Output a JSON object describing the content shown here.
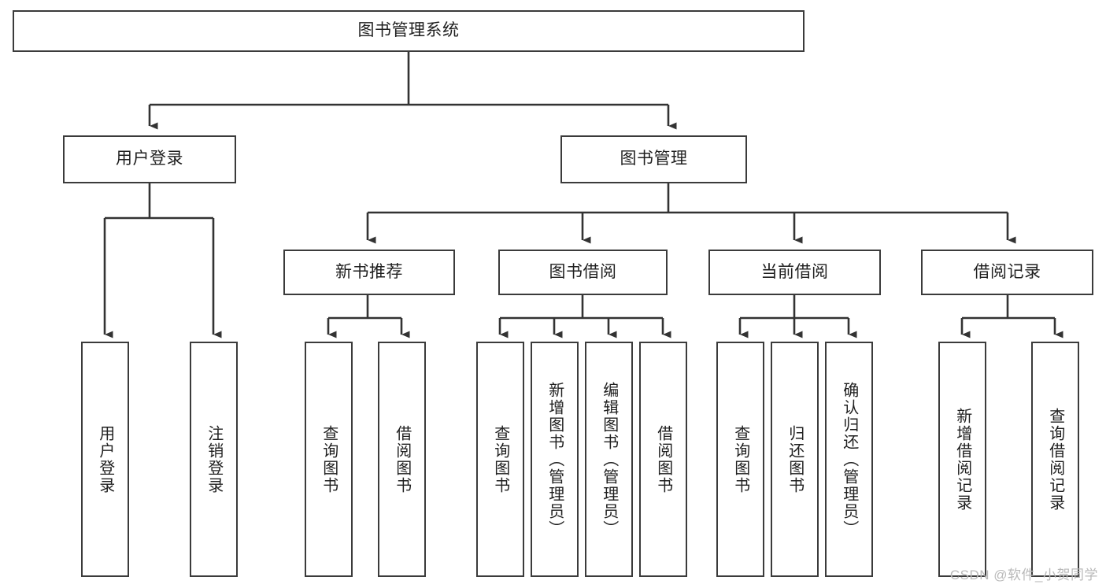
{
  "diagram": {
    "type": "tree-hierarchy",
    "title": "图书管理系统",
    "root": {
      "id": "root",
      "label": "图书管理系统",
      "level": 0
    },
    "level1": [
      {
        "id": "user-login",
        "label": "用户登录",
        "level": 1
      },
      {
        "id": "book-management",
        "label": "图书管理",
        "level": 1
      }
    ],
    "level2": [
      {
        "id": "new-book-recommend",
        "label": "新书推荐",
        "level": 2,
        "parent": "book-management"
      },
      {
        "id": "book-borrow",
        "label": "图书借阅",
        "level": 2,
        "parent": "book-management"
      },
      {
        "id": "current-borrow",
        "label": "当前借阅",
        "level": 2,
        "parent": "book-management"
      },
      {
        "id": "borrow-record",
        "label": "借阅记录",
        "level": 2,
        "parent": "book-management"
      }
    ],
    "leaves": [
      {
        "id": "leaf-user-login",
        "label": "用户登录",
        "parent": "user-login"
      },
      {
        "id": "leaf-logout",
        "label": "注销登录",
        "parent": "user-login"
      },
      {
        "id": "leaf-query-book-1",
        "label": "查询图书",
        "parent": "new-book-recommend"
      },
      {
        "id": "leaf-borrow-book-1",
        "label": "借阅图书",
        "parent": "new-book-recommend"
      },
      {
        "id": "leaf-query-book-2",
        "label": "查询图书",
        "parent": "book-borrow"
      },
      {
        "id": "leaf-add-book",
        "label": "新增图书（管理员）",
        "parent": "book-borrow"
      },
      {
        "id": "leaf-edit-book",
        "label": "编辑图书（管理员）",
        "parent": "book-borrow"
      },
      {
        "id": "leaf-borrow-book-2",
        "label": "借阅图书",
        "parent": "book-borrow"
      },
      {
        "id": "leaf-query-book-3",
        "label": "查询图书",
        "parent": "current-borrow"
      },
      {
        "id": "leaf-return-book",
        "label": "归还图书",
        "parent": "current-borrow"
      },
      {
        "id": "leaf-confirm-return",
        "label": "确认归还（管理员）",
        "parent": "current-borrow"
      },
      {
        "id": "leaf-add-record",
        "label": "新增借阅记录",
        "parent": "borrow-record"
      },
      {
        "id": "leaf-query-record",
        "label": "查询借阅记录",
        "parent": "borrow-record"
      }
    ],
    "colors": {
      "border": "#3b3b3b",
      "connector": "#333333",
      "background": "#ffffff",
      "text": "#1f1f1f",
      "watermark": "#b9b9b9"
    }
  },
  "watermark": {
    "text": "CSDN @软件_小贺同学"
  }
}
